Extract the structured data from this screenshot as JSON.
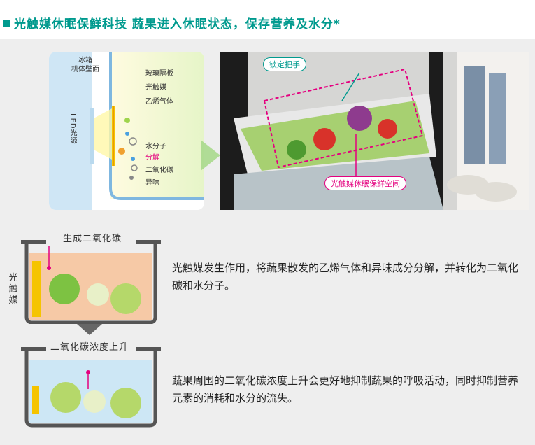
{
  "header": {
    "title": "光触媒休眠保鲜科技  蔬果进入休眠状态，保存营养及水分*"
  },
  "diagram_top": {
    "fridge_wall": "冰箱\n机体壁面",
    "led_light": "LED光源",
    "glass_divider": "玻璃隔板",
    "photocatalyst": "光触媒",
    "ethylene": "乙烯气体",
    "water": "水分子",
    "decompose": "分解",
    "co2": "二氧化碳",
    "odor": "异味"
  },
  "photo": {
    "lock_handle": "锁定把手",
    "space": "光触媒休眠保鲜空间"
  },
  "tray1": {
    "label": "生成二氧化碳",
    "side_label": "光触媒"
  },
  "tray2": {
    "label": "二氧化碳浓度上升"
  },
  "desc1": "光触媒发生作用，将蔬果散发的乙烯气体和异味成分分解，并转化为二氧化碳和水分子。",
  "desc2": "蔬果周围的二氧化碳浓度上升会更好地抑制蔬果的呼吸活动，同时抑制营养元素的消耗和水分的流失。",
  "colors": {
    "accent": "#009a8e",
    "magenta": "#e4007f",
    "arrow_green": "#a9d98c"
  }
}
